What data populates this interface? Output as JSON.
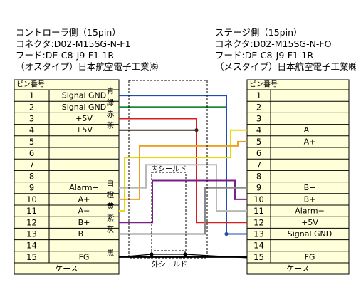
{
  "left_header": [
    "コントローラ側（15pin）",
    "コネクタ:D02-M15SG-N-F1",
    "フード:DE-C8-J9-F1-1R",
    "（オスタイプ）日本航空電子工業㈱"
  ],
  "right_header": [
    "ステージ側（15pin）",
    "コネクタ:D02-M15SG-N-FO",
    "フード:DE-C8-J9-F1-1R",
    "（メスタイプ）日本航空電子工業㈱"
  ],
  "pin_header": "ピン番号",
  "case_label": "ケース",
  "left_pins": [
    {
      "no": "1",
      "signal": "Signal GND"
    },
    {
      "no": "2",
      "signal": "Signal GND"
    },
    {
      "no": "3",
      "signal": "+5V"
    },
    {
      "no": "4",
      "signal": "+5V"
    },
    {
      "no": "5",
      "signal": ""
    },
    {
      "no": "6",
      "signal": ""
    },
    {
      "no": "7",
      "signal": ""
    },
    {
      "no": "8",
      "signal": ""
    },
    {
      "no": "9",
      "signal": "Alarm−"
    },
    {
      "no": "10",
      "signal": "A+"
    },
    {
      "no": "11",
      "signal": "A−"
    },
    {
      "no": "12",
      "signal": "B+"
    },
    {
      "no": "13",
      "signal": "B−"
    },
    {
      "no": "14",
      "signal": ""
    },
    {
      "no": "15",
      "signal": "FG"
    }
  ],
  "right_pins": [
    {
      "no": "1",
      "signal": ""
    },
    {
      "no": "2",
      "signal": ""
    },
    {
      "no": "3",
      "signal": ""
    },
    {
      "no": "4",
      "signal": "A−"
    },
    {
      "no": "5",
      "signal": "A+"
    },
    {
      "no": "6",
      "signal": ""
    },
    {
      "no": "7",
      "signal": ""
    },
    {
      "no": "8",
      "signal": ""
    },
    {
      "no": "9",
      "signal": "B−"
    },
    {
      "no": "10",
      "signal": "B+"
    },
    {
      "no": "11",
      "signal": "Alarm−"
    },
    {
      "no": "12",
      "signal": "+5V"
    },
    {
      "no": "13",
      "signal": "Signal GND"
    },
    {
      "no": "14",
      "signal": ""
    },
    {
      "no": "15",
      "signal": "FG"
    }
  ],
  "wires": [
    {
      "label": "青",
      "color": "#1f4fa8",
      "from_pin": 1,
      "to_pin": 13
    },
    {
      "label": "緑",
      "color": "#1e8a3a",
      "from_pin": 2,
      "to_pin": 13
    },
    {
      "label": "赤",
      "color": "#d81e1e",
      "from_pin": 3,
      "to_pin": 12
    },
    {
      "label": "茶",
      "color": "#3a2a1a",
      "from_pin": 4,
      "to_pin": 12
    },
    {
      "label": "白",
      "color": "#b8b8b8",
      "from_pin": 9,
      "to_pin": 11
    },
    {
      "label": "橙",
      "color": "#f0a020",
      "from_pin": 10,
      "to_pin": 5
    },
    {
      "label": "黄",
      "color": "#e8d800",
      "from_pin": 11,
      "to_pin": 4
    },
    {
      "label": "紫",
      "color": "#7a1f8a",
      "from_pin": 12,
      "to_pin": 10
    },
    {
      "label": "灰",
      "color": "#8a8a8a",
      "from_pin": 13,
      "to_pin": 9
    },
    {
      "label": "黒",
      "color": "#000000",
      "from_pin": 15,
      "to_pin": 15
    }
  ],
  "inner_shield_label": "内シールド",
  "outer_shield_label": "外シールド",
  "colors": {
    "table_fill": "#ffffd9",
    "table_border": "#000000"
  }
}
